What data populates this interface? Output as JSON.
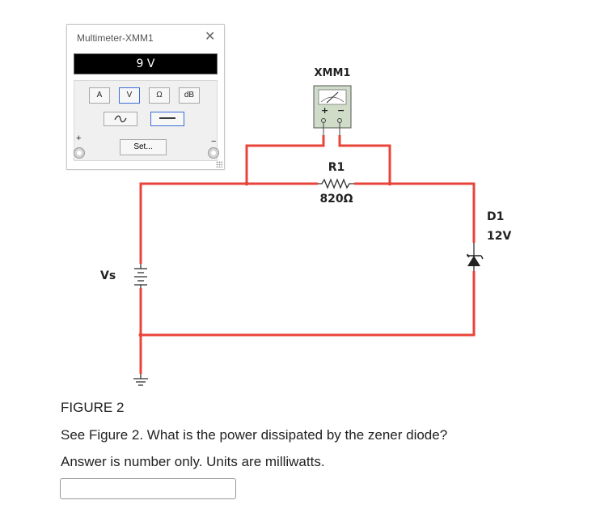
{
  "multimeter_window": {
    "title": "Multimeter-XMM1",
    "display": "9 V",
    "close_icon": "close-icon",
    "modes": [
      "A",
      "V",
      "Ω",
      "dB"
    ],
    "active_mode": "V",
    "signal_types": [
      "ac-wave-icon",
      "dc-line-icon"
    ],
    "active_signal_type": "dc",
    "set_label": "Set...",
    "plus_label": "+",
    "minus_label": "−"
  },
  "circuit": {
    "meter_name": "XMM1",
    "meter_plus": "+",
    "meter_minus": "−",
    "resistor_name": "R1",
    "resistor_value": "820Ω",
    "source_name": "Vs",
    "diode_name": "D1",
    "diode_value": "12V",
    "wire_color": "#e8443a"
  },
  "question": {
    "figure_label": "FIGURE 2",
    "prompt": "See Figure 2. What is the power dissipated by the zener diode?",
    "instruction": "Answer is number only. Units are milliwatts.",
    "answer_value": ""
  }
}
